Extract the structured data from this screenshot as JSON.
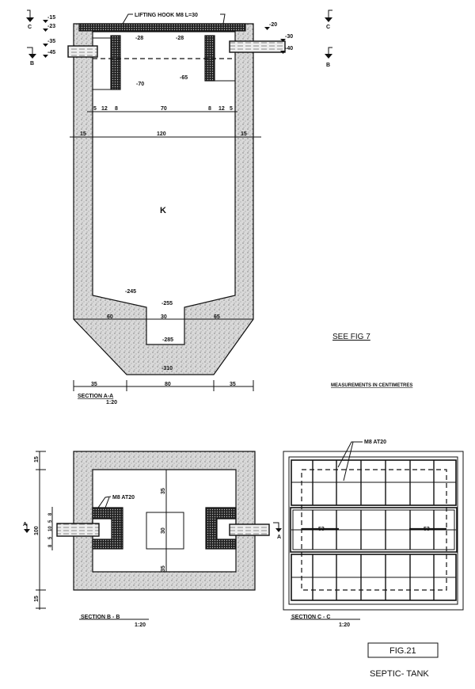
{
  "title": "SEPTIC- TANK",
  "figure": "FIG.21",
  "see_ref": "SEE FIG 7",
  "units_note": "MEASUREMENTS IN CENTIMETRES",
  "section_aa": {
    "title": "SECTION A-A",
    "scale": "1:20",
    "hook_label": "LIFTING HOOK M8 L=30",
    "compartment_label": "K",
    "section_marks": {
      "c_left": "C",
      "c_right": "C",
      "b_left": "B",
      "b_right": "B"
    },
    "levels_left": [
      "-15",
      "-23",
      "-35",
      "-45"
    ],
    "levels_right": [
      "-20",
      "-30",
      "-40"
    ],
    "levels_inner": [
      "-28",
      "-28",
      "-70",
      "-65",
      "-245",
      "-255",
      "-285",
      "-310"
    ],
    "dims_baffle_row": [
      "5",
      "12",
      "8",
      "70",
      "8",
      "12",
      "5"
    ],
    "dims_width_row": [
      "15",
      "120",
      "15"
    ],
    "dims_floor_row": [
      "60",
      "30",
      "65"
    ],
    "dims_base_row": [
      "35",
      "80",
      "35"
    ]
  },
  "section_bb": {
    "title": "SECTION B - B",
    "scale": "1:20",
    "rebar_label": "M8 AT20",
    "arrow_mark_left": "A",
    "arrow_mark_right": "A",
    "dims_vertical_outer": [
      "15",
      "100",
      "15"
    ],
    "dims_vertical_pipe": [
      "8",
      "5",
      "10",
      "5",
      "8"
    ],
    "dims_vertical_center": [
      "35",
      "30",
      "35"
    ]
  },
  "section_cc": {
    "title": "SECTION C - C",
    "scale": "1:20",
    "rebar_label": "M8 AT20",
    "hook_marks": [
      "53",
      "53"
    ]
  }
}
